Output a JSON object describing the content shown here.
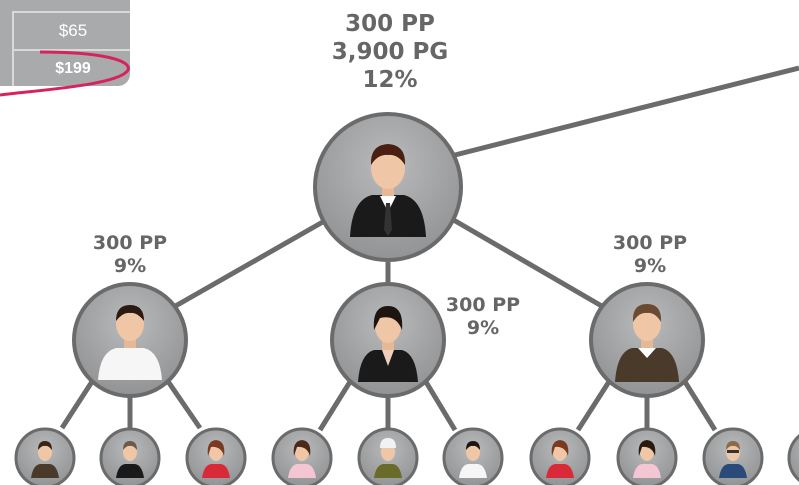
{
  "price_box": {
    "row1": "$65",
    "row2": "$199",
    "highlight_color": "#d6235b"
  },
  "top_node": {
    "line1": "300 PP",
    "line2": "3,900 PG",
    "line3": "12%"
  },
  "left_node": {
    "line1": "300 PP",
    "line2": "9%"
  },
  "center_node": {
    "line1": "300 PP",
    "line2": "9%"
  },
  "right_node": {
    "line1": "300 PP",
    "line2": "9%"
  },
  "colors": {
    "node_ring": "#6b6b6b",
    "node_fill": "#9d9ea0",
    "connector": "#6b6b6b",
    "text": "#666666"
  },
  "icons": {
    "top": "person-suit-tie-icon",
    "left": "person-white-shirt-icon",
    "center": "person-woman-black-icon",
    "right": "person-brown-sweater-icon",
    "bottom": [
      "person-brown-icon",
      "person-black-suit-icon",
      "person-red-woman-icon",
      "person-pink-woman-icon",
      "person-olive-cap-icon",
      "person-white-icon",
      "person-red-woman-icon",
      "person-pink-woman-icon",
      "person-blue-glasses-icon"
    ]
  }
}
